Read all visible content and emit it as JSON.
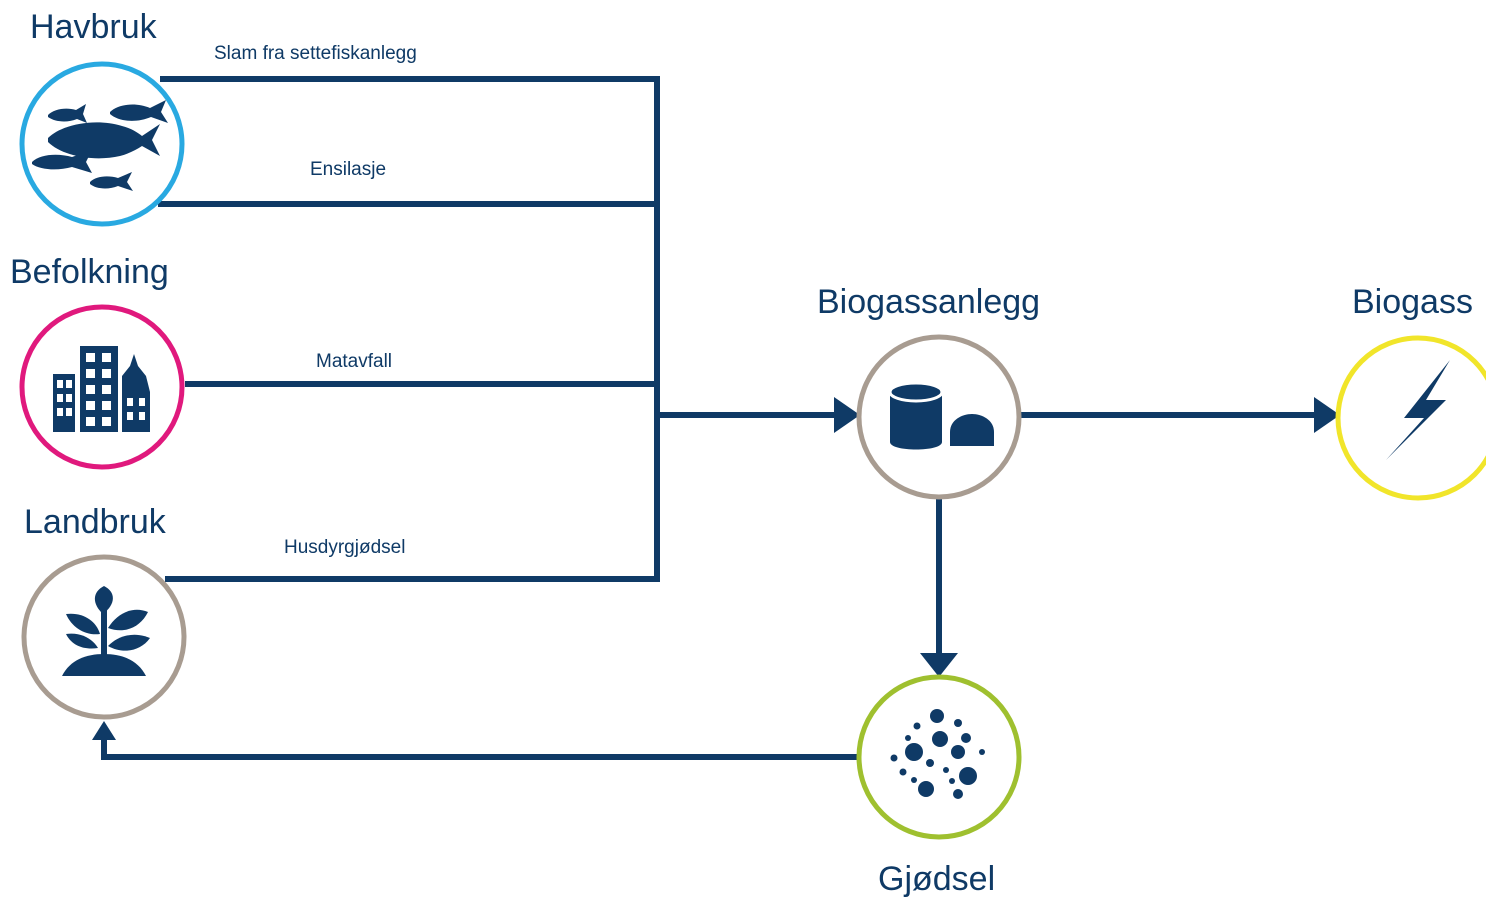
{
  "nodes": {
    "havbruk": {
      "title": "Havbruk",
      "icon": "fish-icon",
      "ring_color": "#29a9e1"
    },
    "befolkning": {
      "title": "Befolkning",
      "icon": "city-buildings-icon",
      "ring_color": "#e0197d"
    },
    "landbruk": {
      "title": "Landbruk",
      "icon": "plant-sprout-icon",
      "ring_color": "#a89c91"
    },
    "biogassanlegg": {
      "title": "Biogassanlegg",
      "icon": "biogas-tanks-icon",
      "ring_color": "#a89c91"
    },
    "biogass": {
      "title": "Biogass",
      "icon": "lightning-bolt-icon",
      "ring_color": "#f1e52a"
    },
    "gjodsel": {
      "title": "Gjødsel",
      "icon": "granules-icon",
      "ring_color": "#9fc02f"
    }
  },
  "flows": {
    "slam": "Slam fra settefiskanlegg",
    "ensilasje": "Ensilasje",
    "matavfall": "Matavfall",
    "husdyrgjodsel": "Husdyrgjødsel"
  },
  "colors": {
    "line": "#0f3a66",
    "icon": "#0f3a66",
    "text": "#0f3a66"
  }
}
